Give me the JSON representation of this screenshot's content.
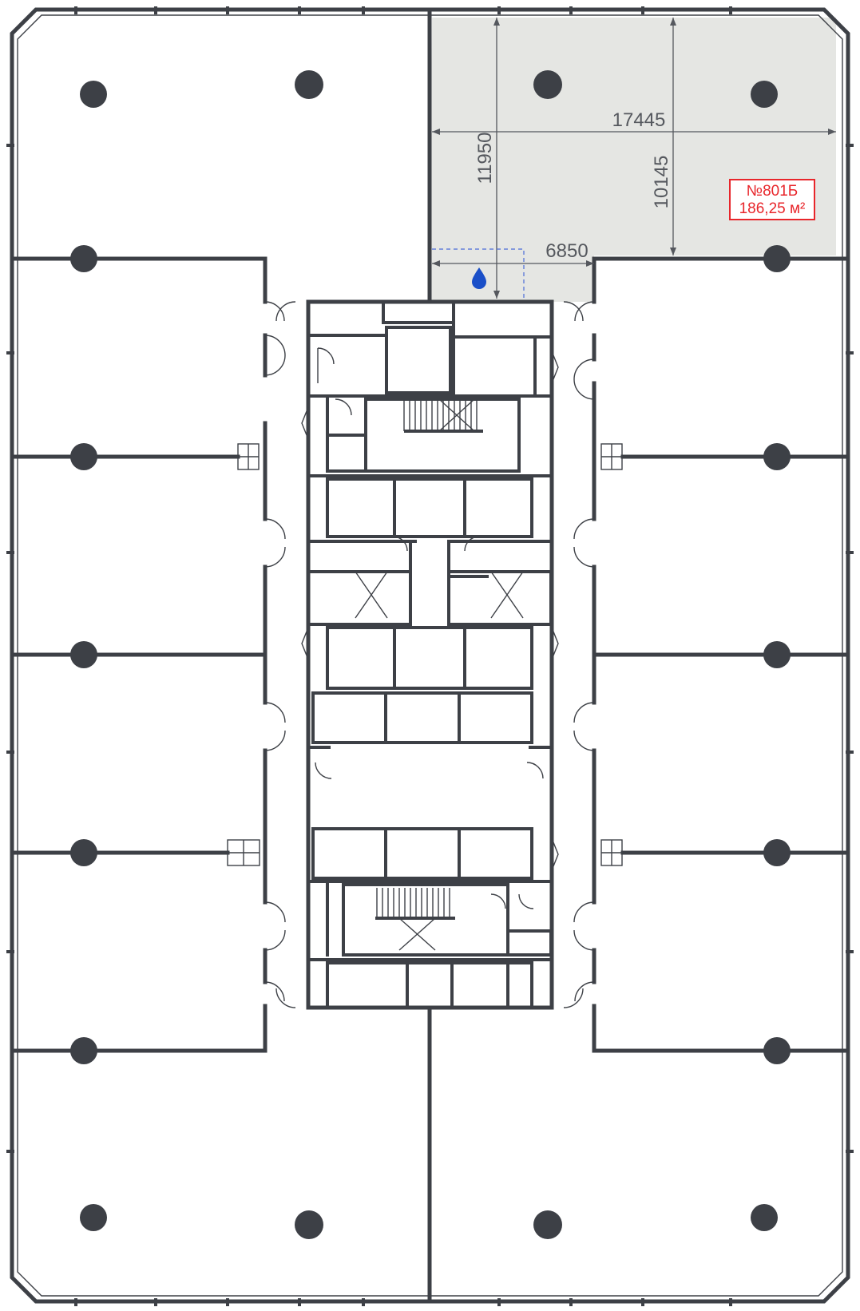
{
  "unit": {
    "number": "№801Б",
    "area": "186,25 м²",
    "highlight_color": "#e5e6e3",
    "label_color": "#e8262b"
  },
  "dimensions": {
    "width_top": "17445",
    "height_left": "11950",
    "height_right": "10145",
    "width_bottom": "6850"
  },
  "icons": [
    "water-drop-icon"
  ],
  "colors": {
    "wall": "#3d4046",
    "water": "#1a4fc8"
  }
}
